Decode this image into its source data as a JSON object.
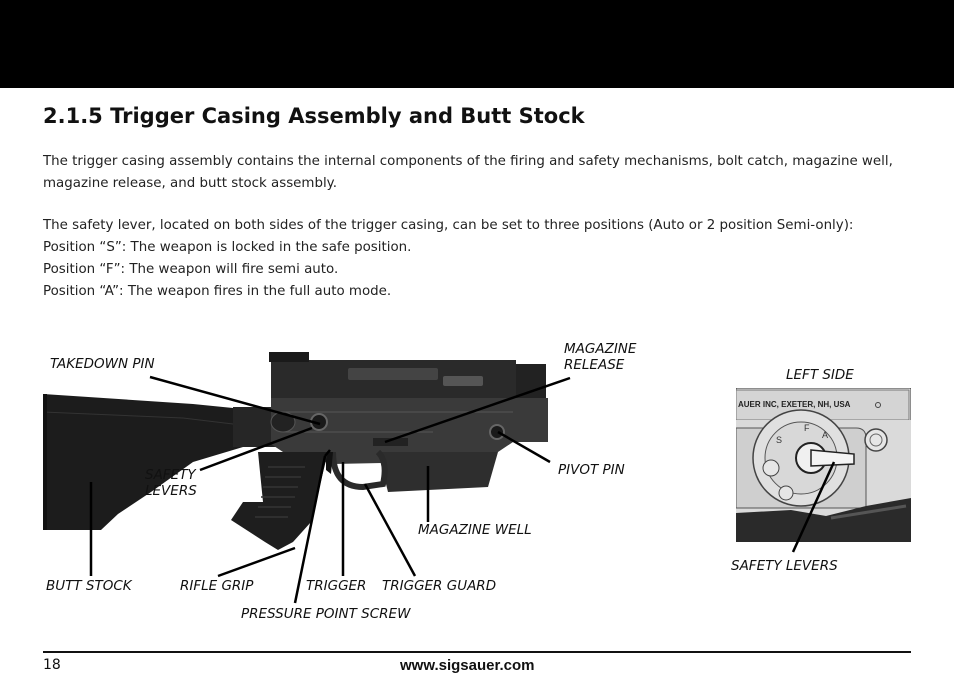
{
  "section_title": "2.1.5 Trigger Casing Assembly and Butt Stock",
  "paragraph1": "The trigger casing assembly contains the internal components of the firing and safety mechanisms, bolt catch, magazine well, magazine release, and butt stock assembly.",
  "paragraph2_lines": [
    "The safety lever, located on both sides of the trigger casing, can be set to three positions (Auto or 2 position Semi-only):",
    "Position “S”: The weapon is locked in the safe position.",
    "Position “F”: The weapon will fire semi auto.",
    "Position “A”: The weapon fires in the full auto mode."
  ],
  "labels": {
    "takedown_pin": "TAKEDOWN PIN",
    "magazine_release": [
      "MAGAZINE",
      "RELEASE"
    ],
    "left_side": "LEFT SIDE",
    "safety_levers_main": [
      "SAFETY",
      "LEVERS"
    ],
    "pivot_pin": "PIVOT PIN",
    "magazine_well": "MAGAZINE WELL",
    "butt_stock": "BUTT STOCK",
    "rifle_grip": "RIFLE GRIP",
    "trigger": "TRIGGER",
    "trigger_guard": "TRIGGER GUARD",
    "pressure_point_screw": "PRESSURE POINT SCREW",
    "safety_levers_inset": "SAFETY LEVERS"
  },
  "inset_engraving": "AUER INC, EXETER, NH, USA",
  "inset_positions": [
    "S",
    "F",
    "A"
  ],
  "footer": {
    "page_number": "18",
    "url": "www.sigsauer.com"
  }
}
